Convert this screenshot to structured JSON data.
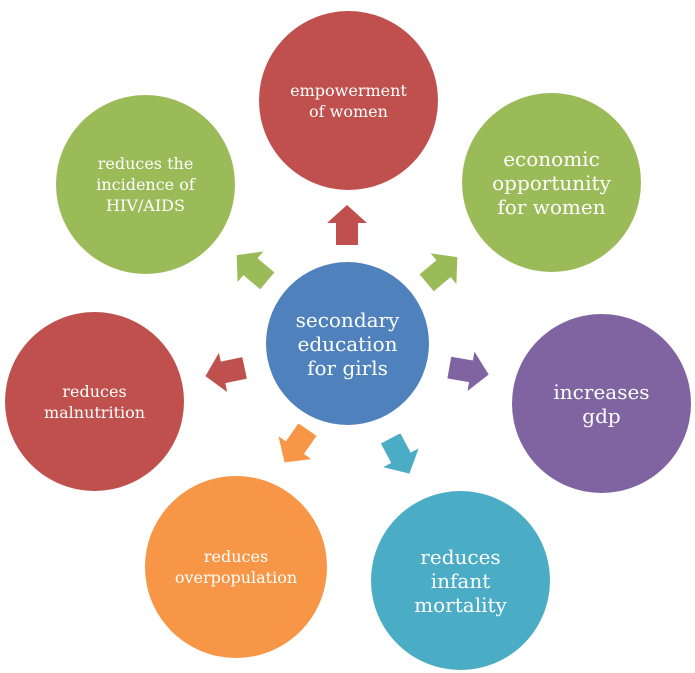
{
  "center": {
    "label": "secondary education for girls",
    "color": "#4f81bd"
  },
  "outcomes": [
    {
      "id": "empowerment",
      "label": "empowerment of women",
      "color": "#c0504d"
    },
    {
      "id": "economic",
      "label": "economic opportunity for women",
      "color": "#9bbb59"
    },
    {
      "id": "gdp",
      "label": "increases gdp",
      "color": "#8064a2"
    },
    {
      "id": "infant",
      "label": "reduces infant mortality",
      "color": "#4bacc6"
    },
    {
      "id": "overpop",
      "label": "reduces overpopulation",
      "color": "#f79646"
    },
    {
      "id": "malnutrition",
      "label": "reduces malnutrition",
      "color": "#c0504d"
    },
    {
      "id": "hiv",
      "label": "reduces the incidence of HIV/AIDS",
      "color": "#9bbb59"
    }
  ]
}
